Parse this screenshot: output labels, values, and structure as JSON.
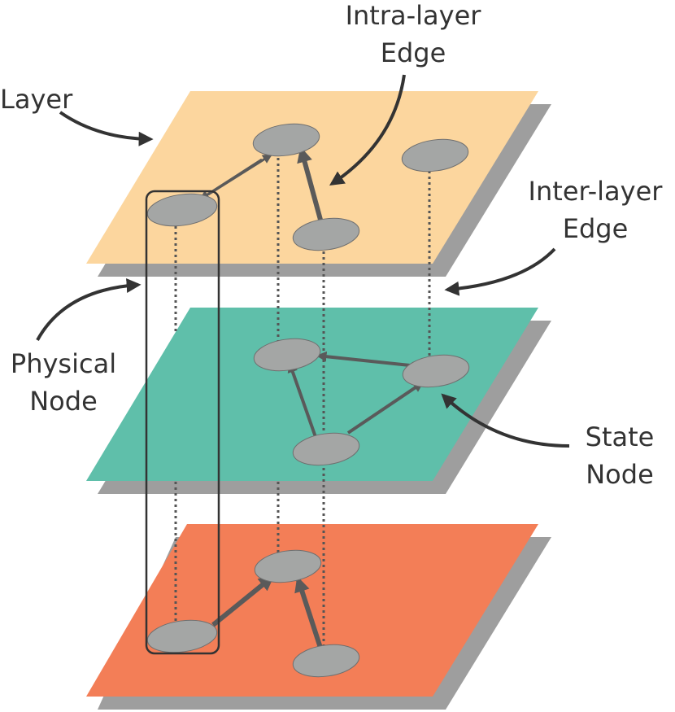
{
  "labels": {
    "layer": "Layer",
    "intra_1": "Intra-layer",
    "intra_2": "Edge",
    "inter_1": "Inter-layer",
    "inter_2": "Edge",
    "physical_1": "Physical",
    "physical_2": "Node",
    "state_1": "State",
    "state_2": "Node"
  },
  "colors": {
    "layer_top": "#fcd69e",
    "layer_middle": "#5fbfaa",
    "layer_bottom": "#f37e57",
    "layer_shadow": "#9e9e9e",
    "node_fill": "#a4a6a5",
    "edge": "#5a5a5a",
    "text": "#333333"
  }
}
